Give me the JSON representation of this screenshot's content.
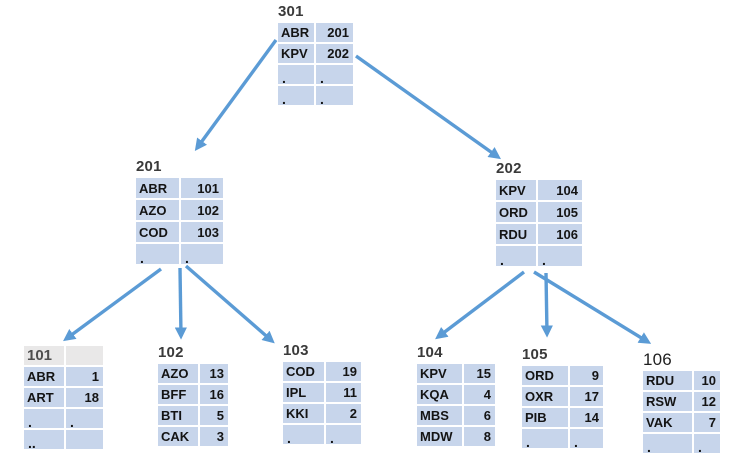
{
  "tree": {
    "arrow_color": "#5b9bd5",
    "cell_fill": "#c7d5eb",
    "gray_cell_fill": "#e9e8e8",
    "nodes": [
      {
        "id": "301",
        "label": "301",
        "rows": [
          [
            "ABR",
            "201"
          ],
          [
            "KPV",
            "202"
          ],
          [
            ".",
            "."
          ],
          [
            ".",
            "."
          ]
        ]
      },
      {
        "id": "201",
        "label": "201",
        "rows": [
          [
            "ABR",
            "101"
          ],
          [
            "AZO",
            "102"
          ],
          [
            "COD",
            "103"
          ],
          [
            ".",
            "."
          ]
        ]
      },
      {
        "id": "202",
        "label": "202",
        "rows": [
          [
            "KPV",
            "104"
          ],
          [
            "ORD",
            "105"
          ],
          [
            "RDU",
            "106"
          ],
          [
            ".",
            "."
          ]
        ]
      },
      {
        "id": "101",
        "label": "101",
        "label_in_gray_cell": true,
        "rows": [
          [
            "ABR",
            "1"
          ],
          [
            "ART",
            "18"
          ],
          [
            ".",
            "."
          ],
          [
            "..",
            ""
          ]
        ]
      },
      {
        "id": "102",
        "label": "102",
        "rows": [
          [
            "AZO",
            "13"
          ],
          [
            "BFF",
            "16"
          ],
          [
            "BTI",
            "5"
          ],
          [
            "CAK",
            "3"
          ]
        ]
      },
      {
        "id": "103",
        "label": "103",
        "rows": [
          [
            "COD",
            "19"
          ],
          [
            "IPL",
            "11"
          ],
          [
            "KKI",
            "2"
          ],
          [
            ".",
            "."
          ]
        ]
      },
      {
        "id": "104",
        "label": "104",
        "rows": [
          [
            "KPV",
            "15"
          ],
          [
            "KQA",
            "4"
          ],
          [
            "MBS",
            "6"
          ],
          [
            "MDW",
            "8"
          ]
        ]
      },
      {
        "id": "105",
        "label": "105",
        "rows": [
          [
            "ORD",
            "9"
          ],
          [
            "OXR",
            "17"
          ],
          [
            "PIB",
            "14"
          ],
          [
            ".",
            "."
          ]
        ]
      },
      {
        "id": "106",
        "label": "106",
        "rows": [
          [
            "RDU",
            "10"
          ],
          [
            "RSW",
            "12"
          ],
          [
            "VAK",
            "7"
          ],
          [
            ".",
            "."
          ]
        ]
      }
    ],
    "edges": [
      {
        "from": "301",
        "to": "201"
      },
      {
        "from": "301",
        "to": "202"
      },
      {
        "from": "201",
        "to": "101"
      },
      {
        "from": "201",
        "to": "102"
      },
      {
        "from": "201",
        "to": "103"
      },
      {
        "from": "202",
        "to": "104"
      },
      {
        "from": "202",
        "to": "105"
      },
      {
        "from": "202",
        "to": "106"
      }
    ]
  }
}
